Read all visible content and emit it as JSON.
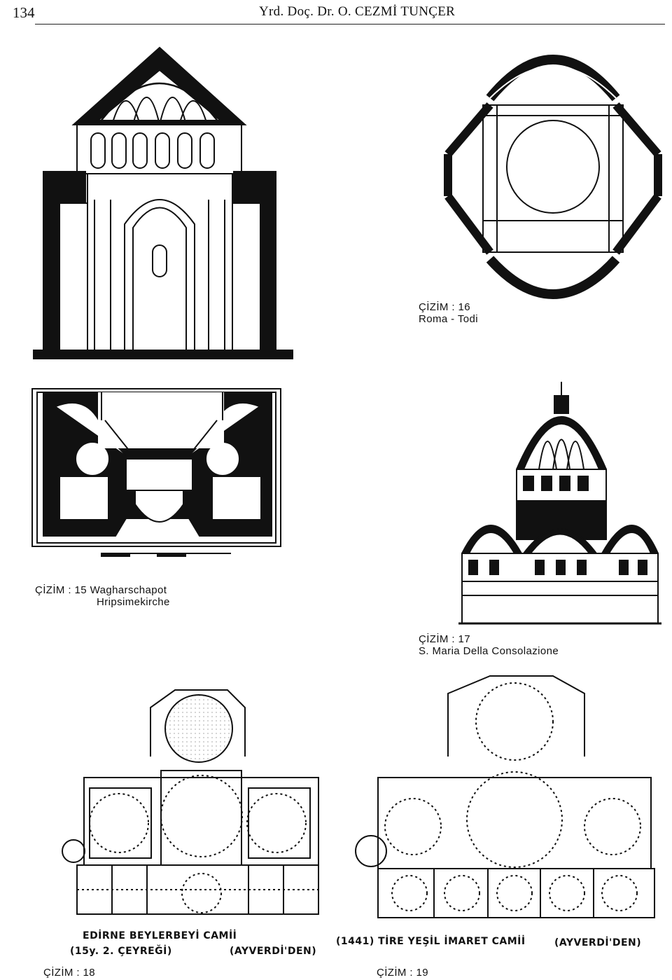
{
  "header": {
    "page_number": "134",
    "author": "Yrd. Doç. Dr. O. CEZMİ TUNÇER"
  },
  "figures": {
    "fig15": {
      "label": "ÇİZİM : 15 Wagharschapot",
      "label2": "Hripsimekirche"
    },
    "fig16": {
      "label": "ÇİZİM : 16",
      "label2": "Roma - Todi"
    },
    "fig17": {
      "label": "ÇİZİM : 17",
      "label2": "S. Maria Della Consolazione"
    },
    "fig18": {
      "label": "ÇİZİM : 18",
      "hand_line1": "EDİRNE BEYLERBEYİ CAMİİ",
      "hand_line2a": "(15y. 2. ÇEYREĞİ)",
      "hand_line2b": "(AYVERDİ'DEN)"
    },
    "fig19": {
      "label": "ÇİZİM : 19",
      "hand_line1a": "(1441) TİRE YEŞİL İMARET CAMİİ",
      "hand_line1b": "(AYVERDİ'DEN)"
    }
  }
}
